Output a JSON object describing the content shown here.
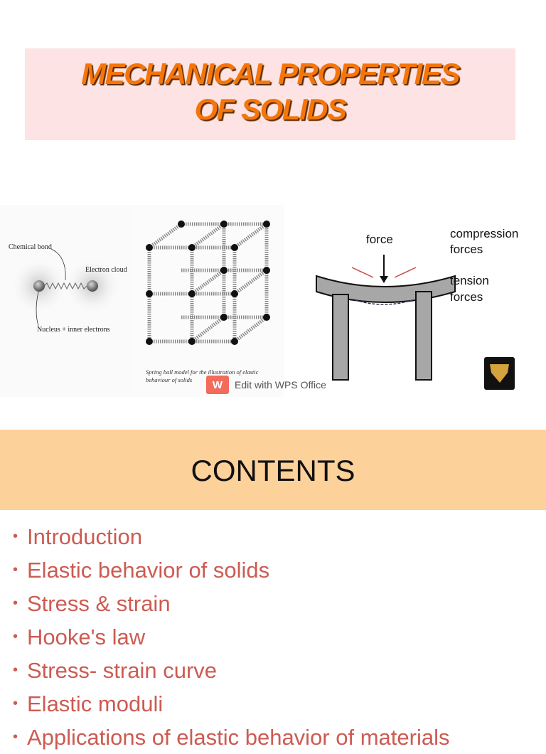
{
  "title": {
    "line1": "MECHANICAL PROPERTIES",
    "line2": "OF SOLIDS"
  },
  "figures": {
    "atom": {
      "chemical_bond": "Chemical bond",
      "electron_cloud": "Electron cloud",
      "nucleus": "Nucleus + inner electrons"
    },
    "lattice": {
      "caption": "Spring ball model for the illustration of elastic behaviour of solids"
    },
    "beam": {
      "force": "force",
      "compression_line1": "compression",
      "compression_line2": "forces",
      "tension_line1": "tension",
      "tension_line2": "forces"
    },
    "wps": {
      "logo": "W",
      "label": "Edit with WPS Office"
    }
  },
  "contents": {
    "heading": "CONTENTS",
    "items": [
      "Introduction",
      "Elastic behavior of solids",
      "Stress & strain",
      "Hooke's law",
      "Stress- strain curve",
      "Elastic moduli",
      "Applications of elastic behavior of materials"
    ]
  },
  "colors": {
    "title_text": "#f4760a",
    "title_bg": "#fde3e3",
    "contents_bg": "#fdd19a",
    "list_text": "#cc5b52",
    "wps_accent": "#f26b5b"
  }
}
